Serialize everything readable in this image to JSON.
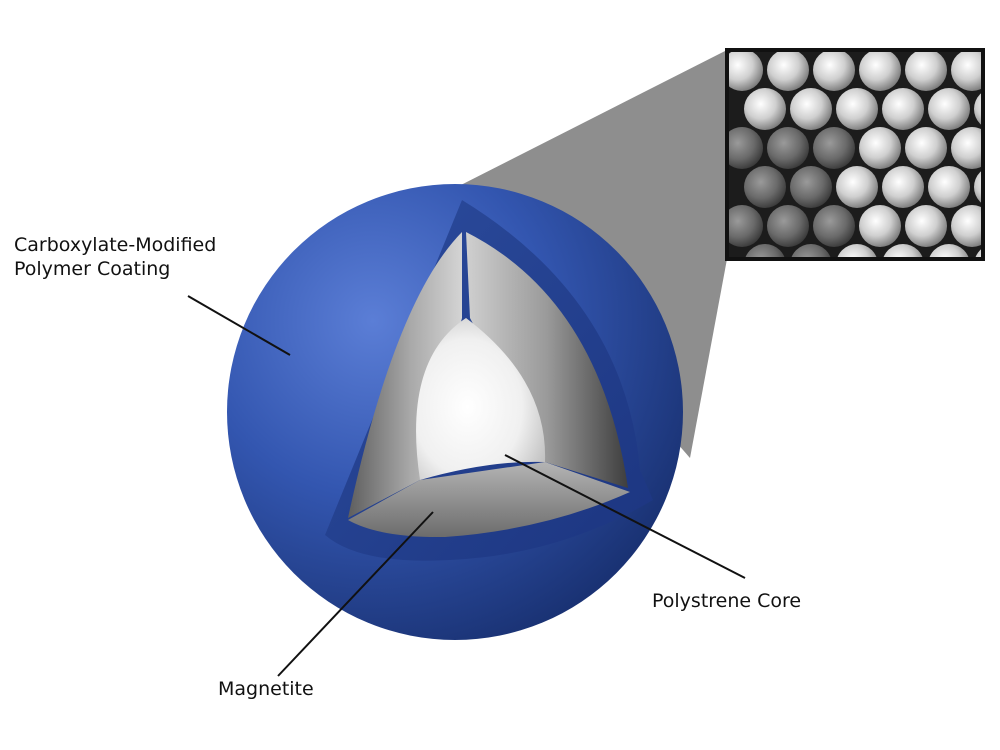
{
  "labels": {
    "coating_line1": "Carboxylate-Modified",
    "coating_line2": "Polymer Coating",
    "core": "Polystrene Core",
    "magnetite": "Magnetite"
  },
  "colors": {
    "coating_blue": "#3153a8",
    "coating_dark": "#1a2f6e",
    "magnetite_gray": "#8a8a8a",
    "core_white": "#f2f2f2",
    "callout_gray": "#8e8e8e"
  },
  "icons": {
    "bead": "cutaway-sphere",
    "inset": "sem-micrograph"
  }
}
